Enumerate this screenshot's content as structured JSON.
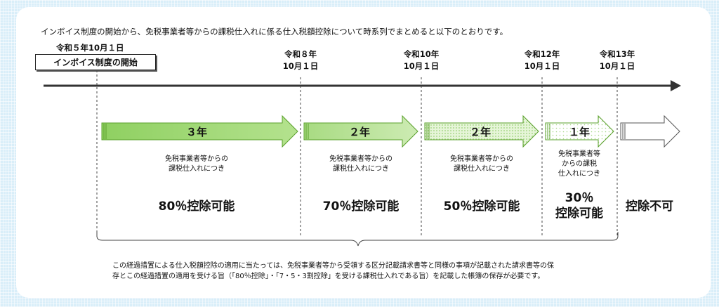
{
  "intro": "インボイス制度の開始から、免税事業者等からの課税仕入れに係る仕入税額控除について時系列でまとめると以下のとおりです。",
  "start": {
    "date": "令和５年10月１日",
    "label": "インボイス制度の開始"
  },
  "milestones": [
    {
      "line1": "令和８年",
      "line2": "10月１日"
    },
    {
      "line1": "令和10年",
      "line2": "10月１日"
    },
    {
      "line1": "令和12年",
      "line2": "10月１日"
    },
    {
      "line1": "令和13年",
      "line2": "10月１日"
    }
  ],
  "periods": [
    {
      "years": "３年",
      "desc1": "免税事業者等からの",
      "desc2": "課税仕入れにつき",
      "desc3": "",
      "rate1": "80％控除可能",
      "rate2": ""
    },
    {
      "years": "２年",
      "desc1": "免税事業者等からの",
      "desc2": "課税仕入れにつき",
      "desc3": "",
      "rate1": "70％控除可能",
      "rate2": ""
    },
    {
      "years": "２年",
      "desc1": "免税事業者等からの",
      "desc2": "課税仕入れにつき",
      "desc3": "",
      "rate1": "50％控除可能",
      "rate2": ""
    },
    {
      "years": "１年",
      "desc1": "免税事業者等",
      "desc2": "からの課税",
      "desc3": "仕入れにつき",
      "rate1": "30％",
      "rate2": "控除可能"
    }
  ],
  "final": {
    "label": "控除不可"
  },
  "note": {
    "line1": "この経過措置による仕入税額控除の適用に当たっては、免税事業者等から受領する区分記載請求書等と同様の事項が記載された請求書等の保",
    "line2": "存とこの経過措置の適用を受ける旨（「80％控除」・「7・5・3割控除」を受ける課税仕入れである旨）を記載した帳簿の保存が必要です。"
  },
  "colors": {
    "arrow_fill": "#a6d97a",
    "arrow_fill_light": "#d8efc2",
    "arrow_stroke": "#5aa02c",
    "timeline": "#333333"
  }
}
